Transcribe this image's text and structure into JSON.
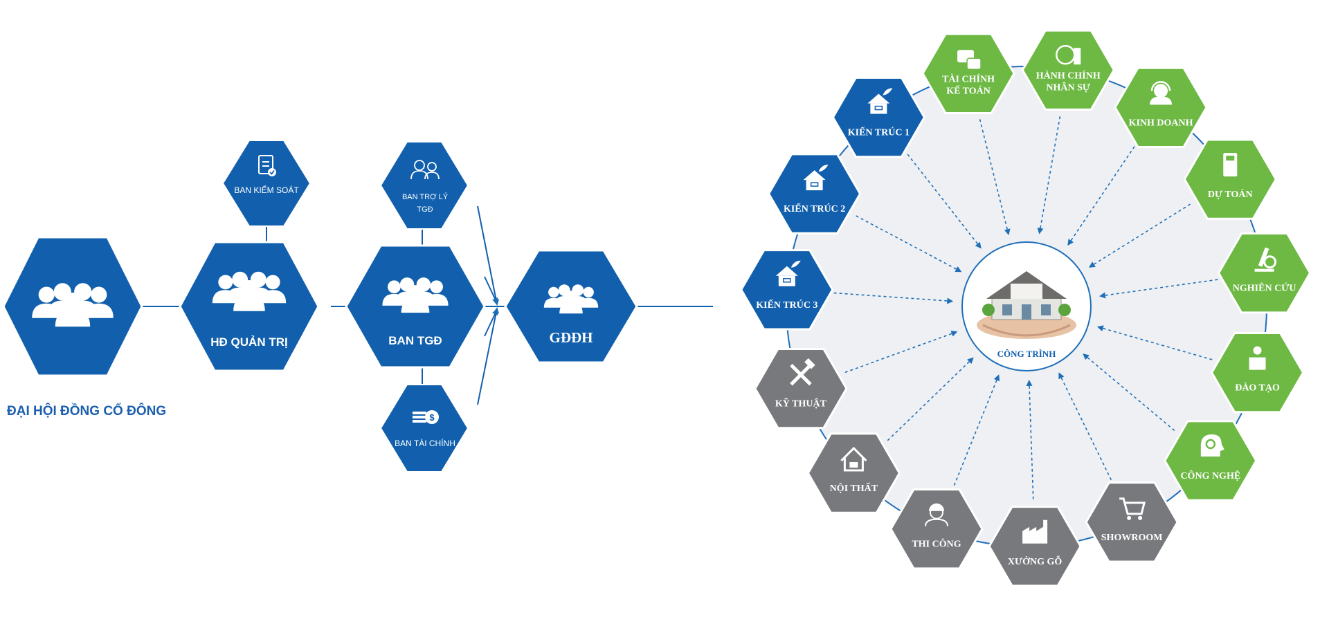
{
  "colors": {
    "blue": "#1260ad",
    "green": "#6db944",
    "gray": "#77797c",
    "title_blue": "#1b5fae",
    "circle_fill": "#eef0f3",
    "connector": "#1f6fb8"
  },
  "org": {
    "shareholders": {
      "caption": "ĐẠI HỘI ĐỒNG CỔ ĐÔNG",
      "icon": "group-people-icon"
    },
    "board": {
      "label": "HĐ QUẢN TRỊ",
      "icon": "group-people-icon"
    },
    "supervisory": {
      "label": "BAN KIỂM SOÁT",
      "icon": "clipboard-check-icon"
    },
    "ceo_board": {
      "label": "BAN TGĐ",
      "icon": "group-people-icon"
    },
    "assistant": {
      "label_line1": "BAN TRỢ LÝ",
      "label_line2": "TGĐ",
      "icon": "assistant-people-icon"
    },
    "finance": {
      "label": "BAN TÀI CHÍNH",
      "icon": "money-stack-icon"
    },
    "director": {
      "label": "GĐĐH",
      "icon": "group-people-icon"
    }
  },
  "ring": {
    "center_label": "CÔNG TRÌNH",
    "center_icon": "house-on-hands-icon",
    "departments": [
      {
        "id": "kien-truc-1",
        "lines": [
          "KIẾN TRÚC 1"
        ],
        "color": "blue",
        "icon": "house-plant-icon"
      },
      {
        "id": "tai-chinh-ke-toan",
        "lines": [
          "TÀI CHÍNH",
          "KẾ TOÁN"
        ],
        "color": "green",
        "icon": "money-chat-icon"
      },
      {
        "id": "hanh-chinh-nhan-su",
        "lines": [
          "HÀNH CHÍNH",
          "NHÂN SỰ"
        ],
        "color": "green",
        "icon": "coin-cash-icon"
      },
      {
        "id": "kinh-doanh",
        "lines": [
          "KINH DOANH"
        ],
        "color": "green",
        "icon": "headset-person-icon"
      },
      {
        "id": "du-toan",
        "lines": [
          "DỰ TOÁN"
        ],
        "color": "green",
        "icon": "calculator-icon"
      },
      {
        "id": "nghien-cuu",
        "lines": [
          "NGHIÊN CỨU"
        ],
        "color": "green",
        "icon": "microscope-icon"
      },
      {
        "id": "dao-tao",
        "lines": [
          "ĐÀO TẠO"
        ],
        "color": "green",
        "icon": "podium-speaker-icon"
      },
      {
        "id": "cong-nghe",
        "lines": [
          "CÔNG NGHỆ"
        ],
        "color": "green",
        "icon": "head-gears-icon"
      },
      {
        "id": "showroom",
        "lines": [
          "SHOWROOM"
        ],
        "color": "gray",
        "icon": "shopping-cart-icon"
      },
      {
        "id": "xuong-go",
        "lines": [
          "XƯỞNG GỖ"
        ],
        "color": "gray",
        "icon": "factory-icon"
      },
      {
        "id": "thi-cong",
        "lines": [
          "THI CÔNG"
        ],
        "color": "gray",
        "icon": "worker-helmet-icon"
      },
      {
        "id": "noi-that",
        "lines": [
          "NỘI THẤT"
        ],
        "color": "gray",
        "icon": "interior-house-icon"
      },
      {
        "id": "ky-thuat",
        "lines": [
          "KỸ THUẬT"
        ],
        "color": "gray",
        "icon": "wrench-hammer-icon"
      },
      {
        "id": "kien-truc-3",
        "lines": [
          "KIẾN TRÚC 3"
        ],
        "color": "blue",
        "icon": "house-plant-icon"
      },
      {
        "id": "kien-truc-2",
        "lines": [
          "KIẾN TRÚC 2"
        ],
        "color": "blue",
        "icon": "house-plant-icon"
      }
    ]
  }
}
